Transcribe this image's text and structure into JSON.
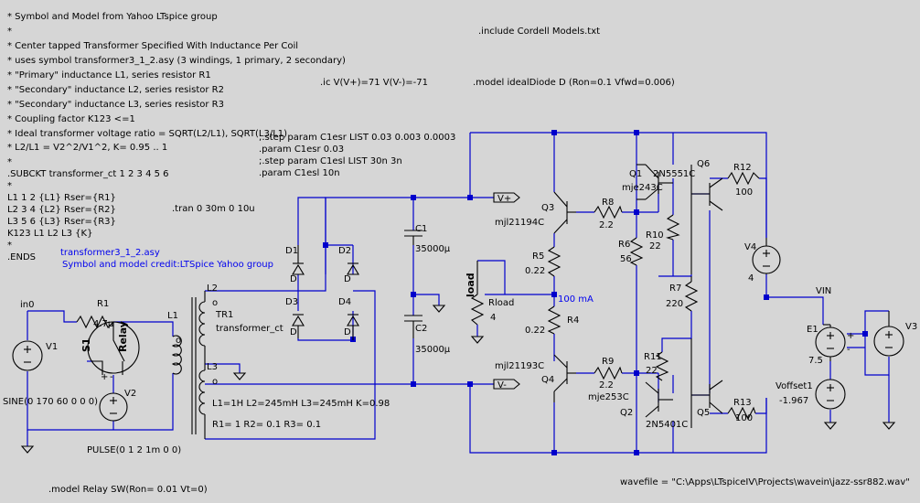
{
  "comments": [
    "* Symbol and Model from Yahoo LTspice group",
    "*",
    "* Center tapped Transformer Specified With Inductance Per Coil",
    "* uses symbol transformer3_1_2.asy (3 windings, 1 primary, 2 secondary)",
    "* \"Primary\" inductance    L1, series resistor R1",
    "* \"Secondary\" inductance  L2, series resistor R2",
    "* \"Secondary\" inductance  L3, series resistor R3",
    "* Coupling factor       K123 <=1",
    "* Ideal transformer voltage ratio = SQRT(L2/L1), SQRT(L3/L1)",
    "* L2/L1 = V2^2/V1^2,  K= 0.95 .. 1",
    "*",
    ".SUBCKT transformer_ct 1 2 3 4 5 6",
    "*",
    "L1 1 2 {L1}  Rser={R1}",
    "L2 3 4 {L2}  Rser={R2}",
    "L3 5 6 {L3}  Rser={R3}",
    "K123 L1 L2 L3 {K}",
    "*",
    ".ENDS"
  ],
  "directives": {
    "include": ".include Cordell Models.txt",
    "ic": ".ic V(V+)=71  V(V-)=-71",
    "model_diode": ".model idealDiode D (Ron=0.1 Vfwd=0.006)",
    "step1": ";.step param C1esr LIST 0.03 0.003 0.0003",
    "param1": ".param C1esr 0.03",
    "step2": ";.step param C1esl LIST 30n 3n",
    "param2": ".param C1esl 10n",
    "tran": ".tran 0 30m 0 10u",
    "model_relay": ".model Relay SW(Ron= 0.01 Vt=0)",
    "wavefile": "wavefile = \"C:\\Apps\\LTspiceIV\\Projects\\wavein\\jazz-ssr882.wav\""
  },
  "credits": {
    "symbol": "transformer3_1_2.asy",
    "credit": "Symbol and model credit:LTSpice Yahoo group"
  },
  "labels": {
    "in0": "in0",
    "V1": "V1",
    "V1_value": "SINE(0 170 60 0 0 0)",
    "R1": "R1",
    "R1_value": "4.7μ",
    "S1": "S1",
    "relay": "Relay",
    "L1": "L1",
    "V2": "V2",
    "V2_value": "PULSE(0 1 2 1m 0 0)",
    "L2": "L2",
    "L3": "L3",
    "TR1": "TR1",
    "tr_name": "transformer_ct",
    "tr_params1": "L1=1H L2=245mH L3=245mH  K=0.98",
    "tr_params2": "R1= 1 R2= 0.1 R3= 0.1",
    "D1": "D1",
    "D2": "D2",
    "D3": "D3",
    "D4": "D4",
    "D": "D",
    "C1": "C1",
    "C1_value": "35000μ",
    "C2": "C2",
    "C2_value": "35000μ",
    "load": "load",
    "Rload": "Rload",
    "Rload_value": "4",
    "Vplus": "V+",
    "Vminus": "V-",
    "current": "100 mA",
    "Q3": "Q3",
    "Q3_model": "mjl21194C",
    "Q4": "Q4",
    "Q4_model": "mjl21193C",
    "Q1": "Q1",
    "Q1_model": "mje243C",
    "Q2": "Q2",
    "Q2_model": "mje253C",
    "Q5": "Q5",
    "Q5_model": "2N5401C",
    "Q6": "Q6",
    "Q6_model": "2N5551C",
    "R4": "R4",
    "R4_value": "0.22",
    "R5": "R5",
    "R5_value": "0.22",
    "R6": "R6",
    "R6_value": "56",
    "R7": "R7",
    "R7_value": "220",
    "R8": "R8",
    "R8_value": "2.2",
    "R9": "R9",
    "R9_value": "2.2",
    "R10": "R10",
    "R10_value": "22",
    "R11": "R11",
    "R11_value": "22",
    "R12": "R12",
    "R12_value": "100",
    "R13": "R13",
    "R13_value": "100",
    "V4": "V4",
    "V4_value": "4",
    "VIN": "VIN",
    "E1": "E1",
    "E1_value": "7.5",
    "V3": "V3",
    "Voffset1": "Voffset1",
    "Voffset1_value": "-1.967",
    "plus": "+",
    "minus": "-"
  },
  "colors": {
    "background": "#d6d6d6",
    "wire": "#0000cc",
    "component": "#000000",
    "accent_text": "#0000ee"
  }
}
